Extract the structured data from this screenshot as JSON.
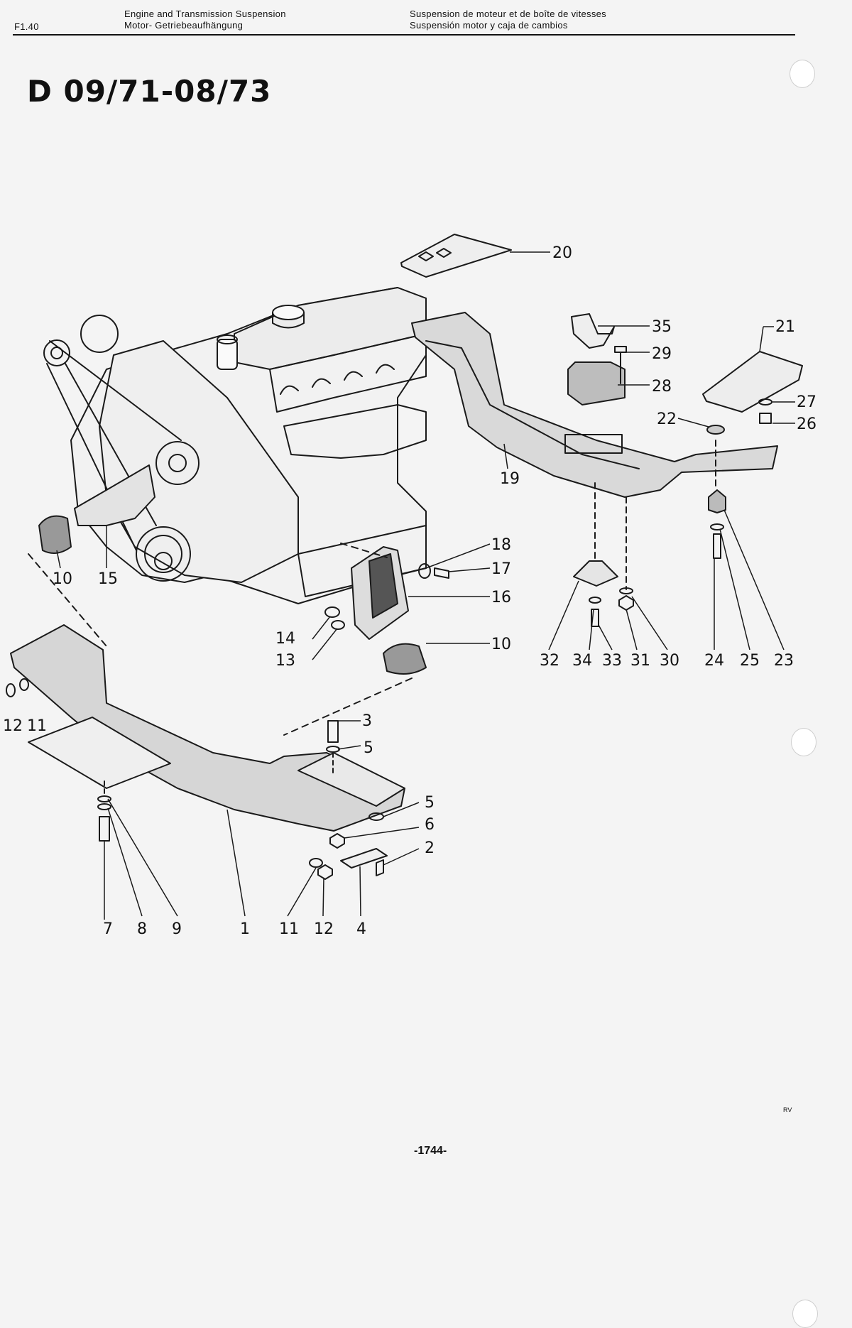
{
  "header": {
    "code": "F1.40",
    "title_en": "Engine and Transmission Suspension",
    "title_de": "Motor- Getriebeaufhängung",
    "title_fr": "Suspension de moteur et de boîte de vitesses",
    "title_es": "Suspensión motor y caja de cambios"
  },
  "page_title": "D 09/71-08/73",
  "diagram": {
    "callouts": [
      {
        "id": "c20",
        "label": "20"
      },
      {
        "id": "c35",
        "label": "35"
      },
      {
        "id": "c29",
        "label": "29"
      },
      {
        "id": "c21",
        "label": "21"
      },
      {
        "id": "c28",
        "label": "28"
      },
      {
        "id": "c27",
        "label": "27"
      },
      {
        "id": "c22",
        "label": "22"
      },
      {
        "id": "c26",
        "label": "26"
      },
      {
        "id": "c19",
        "label": "19"
      },
      {
        "id": "c18",
        "label": "18"
      },
      {
        "id": "c17",
        "label": "17"
      },
      {
        "id": "c16",
        "label": "16"
      },
      {
        "id": "c10a",
        "label": "10"
      },
      {
        "id": "c15",
        "label": "15"
      },
      {
        "id": "c14",
        "label": "14"
      },
      {
        "id": "c13",
        "label": "13"
      },
      {
        "id": "c10b",
        "label": "10"
      },
      {
        "id": "c32",
        "label": "32"
      },
      {
        "id": "c34",
        "label": "34"
      },
      {
        "id": "c33",
        "label": "33"
      },
      {
        "id": "c31",
        "label": "31"
      },
      {
        "id": "c30",
        "label": "30"
      },
      {
        "id": "c24",
        "label": "24"
      },
      {
        "id": "c25",
        "label": "25"
      },
      {
        "id": "c23",
        "label": "23"
      },
      {
        "id": "c12a",
        "label": "12"
      },
      {
        "id": "c11a",
        "label": "11"
      },
      {
        "id": "c3",
        "label": "3"
      },
      {
        "id": "c5a",
        "label": "5"
      },
      {
        "id": "c5b",
        "label": "5"
      },
      {
        "id": "c6",
        "label": "6"
      },
      {
        "id": "c2",
        "label": "2"
      },
      {
        "id": "c7",
        "label": "7"
      },
      {
        "id": "c8",
        "label": "8"
      },
      {
        "id": "c9",
        "label": "9"
      },
      {
        "id": "c1",
        "label": "1"
      },
      {
        "id": "c11b",
        "label": "11"
      },
      {
        "id": "c12b",
        "label": "12"
      },
      {
        "id": "c4",
        "label": "4"
      }
    ]
  },
  "footer": {
    "page_number": "-1744-",
    "mark": "RV"
  }
}
